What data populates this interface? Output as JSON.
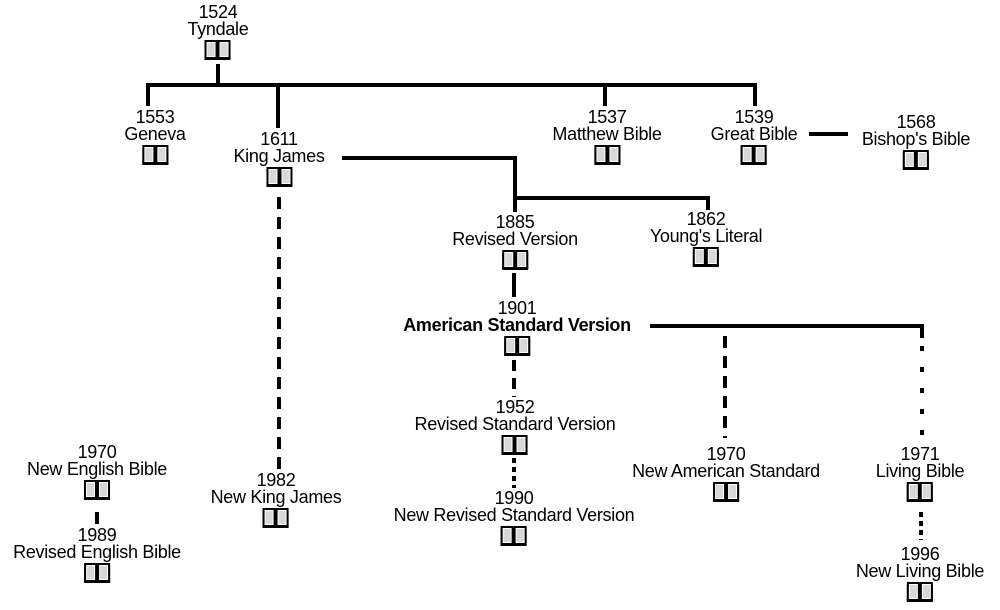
{
  "diagram": {
    "title": "",
    "icon": "open-book-icon",
    "line_color": "#000000",
    "nodes": [
      {
        "id": "tyndale",
        "year": "1524",
        "name": "Tyndale"
      },
      {
        "id": "geneva",
        "year": "1553",
        "name": "Geneva"
      },
      {
        "id": "kingjames",
        "year": "1611",
        "name": "King James"
      },
      {
        "id": "matthew",
        "year": "1537",
        "name": "Matthew Bible"
      },
      {
        "id": "great",
        "year": "1539",
        "name": "Great Bible"
      },
      {
        "id": "bishops",
        "year": "1568",
        "name": "Bishop's Bible"
      },
      {
        "id": "revised",
        "year": "1885",
        "name": "Revised Version"
      },
      {
        "id": "youngs",
        "year": "1862",
        "name": "Young's Literal"
      },
      {
        "id": "asv",
        "year": "1901",
        "name": "American Standard Version"
      },
      {
        "id": "rsv",
        "year": "1952",
        "name": "Revised Standard Version"
      },
      {
        "id": "nrsv",
        "year": "1990",
        "name": "New Revised Standard Version"
      },
      {
        "id": "nasb",
        "year": "1970",
        "name": "New American Standard"
      },
      {
        "id": "living",
        "year": "1971",
        "name": "Living Bible"
      },
      {
        "id": "nlt",
        "year": "1996",
        "name": "New Living Bible"
      },
      {
        "id": "nkjv",
        "year": "1982",
        "name": "New King James"
      },
      {
        "id": "neb",
        "year": "1970",
        "name": "New English Bible"
      },
      {
        "id": "reb",
        "year": "1989",
        "name": "Revised English Bible"
      }
    ],
    "edges": [
      {
        "from": "tyndale",
        "to": "geneva",
        "style": "solid"
      },
      {
        "from": "tyndale",
        "to": "kingjames",
        "style": "solid"
      },
      {
        "from": "tyndale",
        "to": "matthew",
        "style": "solid"
      },
      {
        "from": "tyndale",
        "to": "great",
        "style": "solid"
      },
      {
        "from": "great",
        "to": "bishops",
        "style": "solid"
      },
      {
        "from": "kingjames",
        "to": "revised",
        "style": "solid"
      },
      {
        "from": "kingjames",
        "to": "youngs",
        "style": "solid"
      },
      {
        "from": "kingjames",
        "to": "nkjv",
        "style": "dashed"
      },
      {
        "from": "revised",
        "to": "asv",
        "style": "solid"
      },
      {
        "from": "asv",
        "to": "rsv",
        "style": "dashed"
      },
      {
        "from": "asv",
        "to": "nasb",
        "style": "dashed"
      },
      {
        "from": "asv",
        "to": "living",
        "style": "dotted"
      },
      {
        "from": "rsv",
        "to": "nrsv",
        "style": "dotted"
      },
      {
        "from": "living",
        "to": "nlt",
        "style": "dotted"
      },
      {
        "from": "neb",
        "to": "reb",
        "style": "dotted"
      }
    ]
  }
}
